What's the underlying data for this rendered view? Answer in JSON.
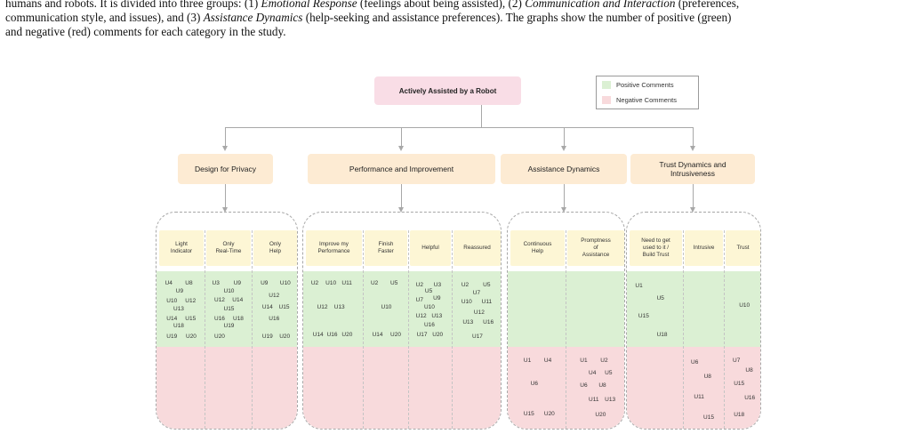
{
  "caption": {
    "line1_lead": "humans and robots. It is divided into three groups: (1) ",
    "er": "Emotional Response",
    "line1_mid": " (feelings about being assisted), (2) ",
    "ci": "Communication and Interaction",
    "line1_tail": " (preferences,",
    "line2_lead": "communication style, and issues), and (3) ",
    "ad": "Assistance Dynamics",
    "line2_tail": " (help-seeking and assistance preferences). The graphs show the number of positive (green)",
    "line3": "and negative (red) comments for each category in the study."
  },
  "root_label": "Actively Assisted by a Robot",
  "legend": {
    "positive": "Positive Comments",
    "negative": "Negative Comments",
    "positive_color": "#dbf0d3",
    "negative_color": "#f8dadc"
  },
  "groups": [
    {
      "label": "Design for Privacy",
      "subs": [
        {
          "label": "Light\nIndicator",
          "pos": [
            [
              "U4",
              0.13,
              0.1
            ],
            [
              "U8",
              0.78,
              0.1
            ],
            [
              "U9",
              0.48,
              0.22
            ],
            [
              "U10",
              0.18,
              0.38
            ],
            [
              "U12",
              0.78,
              0.38
            ],
            [
              "U13",
              0.4,
              0.5
            ],
            [
              "U14",
              0.18,
              0.66
            ],
            [
              "U15",
              0.78,
              0.66
            ],
            [
              "U18",
              0.4,
              0.78
            ],
            [
              "U19",
              0.18,
              0.94
            ],
            [
              "U20",
              0.8,
              0.94
            ]
          ],
          "neg": []
        },
        {
          "label": "Only\nReal-Time",
          "pos": [
            [
              "U3",
              0.13,
              0.1
            ],
            [
              "U9",
              0.82,
              0.1
            ],
            [
              "U10",
              0.5,
              0.22
            ],
            [
              "U12",
              0.2,
              0.36
            ],
            [
              "U14",
              0.78,
              0.36
            ],
            [
              "U15",
              0.5,
              0.5
            ],
            [
              "U16",
              0.2,
              0.66
            ],
            [
              "U18",
              0.8,
              0.66
            ],
            [
              "U19",
              0.5,
              0.78
            ],
            [
              "U20",
              0.2,
              0.94
            ]
          ],
          "neg": []
        },
        {
          "label": "Only\nHelp",
          "pos": [
            [
              "U9",
              0.18,
              0.1
            ],
            [
              "U10",
              0.82,
              0.1
            ],
            [
              "U12",
              0.45,
              0.3
            ],
            [
              "U14",
              0.23,
              0.48
            ],
            [
              "U15",
              0.78,
              0.48
            ],
            [
              "U16",
              0.45,
              0.66
            ],
            [
              "U19",
              0.23,
              0.94
            ],
            [
              "U20",
              0.8,
              0.94
            ]
          ],
          "neg": []
        }
      ]
    },
    {
      "label": "Performance and Improvement",
      "subs": [
        {
          "label": "Improve my\nPerformance",
          "pos": [
            [
              "U2",
              0.08,
              0.1
            ],
            [
              "U10",
              0.42,
              0.1
            ],
            [
              "U11",
              0.8,
              0.1
            ],
            [
              "U12",
              0.22,
              0.48
            ],
            [
              "U13",
              0.62,
              0.48
            ],
            [
              "U14",
              0.12,
              0.92
            ],
            [
              "U16",
              0.45,
              0.92
            ],
            [
              "U20",
              0.8,
              0.92
            ]
          ],
          "neg": []
        },
        {
          "label": "Finish\nFaster",
          "pos": [
            [
              "U2",
              0.15,
              0.1
            ],
            [
              "U5",
              0.82,
              0.1
            ],
            [
              "U10",
              0.5,
              0.48
            ],
            [
              "U14",
              0.2,
              0.92
            ],
            [
              "U20",
              0.82,
              0.92
            ]
          ],
          "neg": []
        },
        {
          "label": "Helpful",
          "pos": [
            [
              "U2",
              0.15,
              0.12
            ],
            [
              "U3",
              0.8,
              0.12
            ],
            [
              "U5",
              0.48,
              0.22
            ],
            [
              "U7",
              0.15,
              0.36
            ],
            [
              "U9",
              0.78,
              0.34
            ],
            [
              "U10",
              0.45,
              0.48
            ],
            [
              "U12",
              0.15,
              0.62
            ],
            [
              "U13",
              0.72,
              0.62
            ],
            [
              "U16",
              0.45,
              0.76
            ],
            [
              "U17",
              0.18,
              0.92
            ],
            [
              "U20",
              0.75,
              0.92
            ]
          ],
          "neg": []
        },
        {
          "label": "Reassured",
          "pos": [
            [
              "U2",
              0.18,
              0.12
            ],
            [
              "U5",
              0.82,
              0.12
            ],
            [
              "U7",
              0.52,
              0.26
            ],
            [
              "U10",
              0.18,
              0.4
            ],
            [
              "U11",
              0.78,
              0.4
            ],
            [
              "U12",
              0.55,
              0.56
            ],
            [
              "U13",
              0.22,
              0.72
            ],
            [
              "U16",
              0.82,
              0.72
            ],
            [
              "U17",
              0.5,
              0.94
            ]
          ],
          "neg": []
        }
      ]
    },
    {
      "label": "Assistance Dynamics",
      "subs": [
        {
          "label": "Continuous\nHelp",
          "pos": [],
          "neg": [
            [
              "U1",
              0.28,
              0.12
            ],
            [
              "U4",
              0.78,
              0.12
            ],
            [
              "U6",
              0.45,
              0.45
            ],
            [
              "U15",
              0.28,
              0.88
            ],
            [
              "U20",
              0.78,
              0.88
            ]
          ]
        },
        {
          "label": "Promptness\nof\nAssistance",
          "pos": [],
          "neg": [
            [
              "U1",
              0.25,
              0.12
            ],
            [
              "U2",
              0.72,
              0.12
            ],
            [
              "U4",
              0.45,
              0.3
            ],
            [
              "U5",
              0.82,
              0.3
            ],
            [
              "U6",
              0.25,
              0.48
            ],
            [
              "U8",
              0.68,
              0.48
            ],
            [
              "U11",
              0.45,
              0.68
            ],
            [
              "U13",
              0.82,
              0.68
            ],
            [
              "U20",
              0.6,
              0.9
            ]
          ]
        }
      ]
    },
    {
      "label": "Trust Dynamics and\nIntrusiveness",
      "subs": [
        {
          "label": "Need to get\nused to it /\nBuild Trust",
          "pos": [
            [
              "U1",
              0.1,
              0.14
            ],
            [
              "U5",
              0.65,
              0.34
            ],
            [
              "U15",
              0.18,
              0.62
            ],
            [
              "U18",
              0.65,
              0.92
            ]
          ],
          "neg": []
        },
        {
          "label": "Intrusive",
          "pos": [],
          "neg": [
            [
              "U6",
              0.18,
              0.14
            ],
            [
              "U8",
              0.7,
              0.34
            ],
            [
              "U11",
              0.3,
              0.64
            ],
            [
              "U15",
              0.68,
              0.94
            ]
          ]
        },
        {
          "label": "Trust",
          "pos": [
            [
              "U10",
              0.55,
              0.45
            ]
          ],
          "neg": [
            [
              "U7",
              0.25,
              0.12
            ],
            [
              "U8",
              0.85,
              0.25
            ],
            [
              "U15",
              0.3,
              0.45
            ],
            [
              "U16",
              0.8,
              0.65
            ],
            [
              "U18",
              0.3,
              0.9
            ]
          ]
        }
      ]
    }
  ]
}
